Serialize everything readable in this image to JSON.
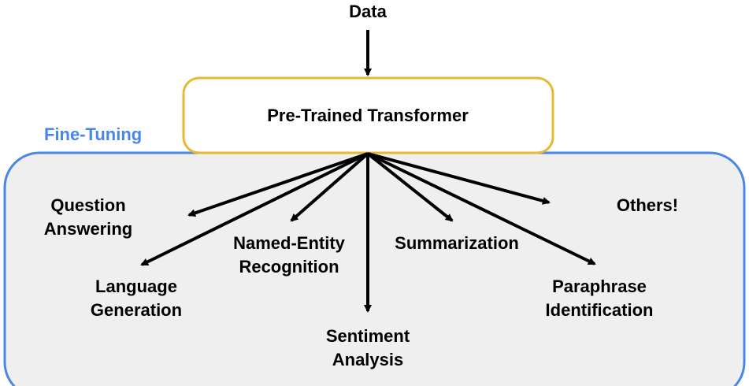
{
  "input_label": "Data",
  "model": {
    "label": "Pre-Trained Transformer",
    "border_color": "#e8b833",
    "fill": "#ffffff"
  },
  "region": {
    "label": "Fine-Tuning",
    "label_color": "#4a86e8",
    "border_color": "#4a86e8",
    "fill": "#efefef"
  },
  "tasks": {
    "question_answering": {
      "line1": "Question",
      "line2": "Answering"
    },
    "language_generation": {
      "line1": "Language",
      "line2": "Generation"
    },
    "named_entity_recognition": {
      "line1": "Named-Entity",
      "line2": "Recognition"
    },
    "sentiment_analysis": {
      "line1": "Sentiment",
      "line2": "Analysis"
    },
    "summarization": {
      "line1": "Summarization"
    },
    "paraphrase_identification": {
      "line1": "Paraphrase",
      "line2": "Identification"
    },
    "others": {
      "line1": "Others!"
    }
  }
}
